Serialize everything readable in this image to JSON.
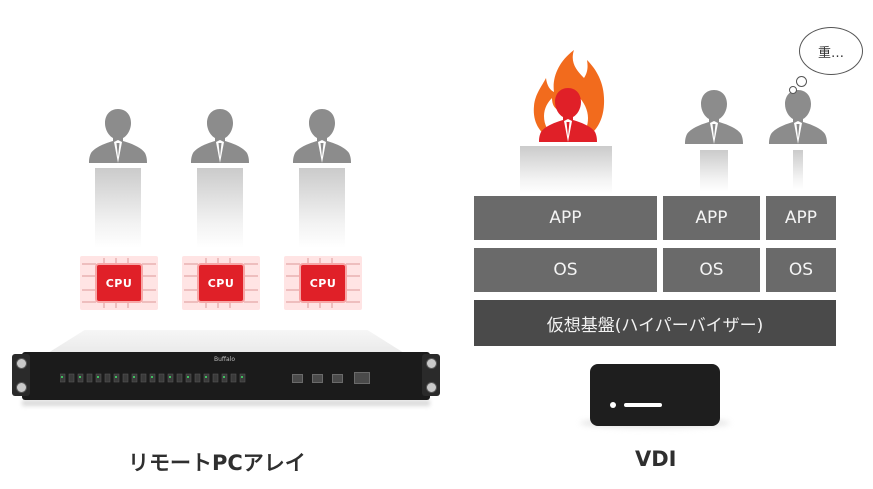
{
  "cpu_label": "CPU",
  "app_label": "APP",
  "os_label": "OS",
  "hypervisor_label": "仮想基盤(ハイパーバイザー)",
  "bubble_text": "重…",
  "server_brand": "Buffalo",
  "caption_left": "リモートPCアレイ",
  "caption_right": "VDI",
  "colors": {
    "user_gray": "#8c8c8c",
    "user_red": "#e02028",
    "flame_orange": "#f26b1d",
    "cell_gray": "#6a6a6a",
    "hypervisor_gray": "#4a4a4a",
    "chip_red": "#e02028"
  }
}
